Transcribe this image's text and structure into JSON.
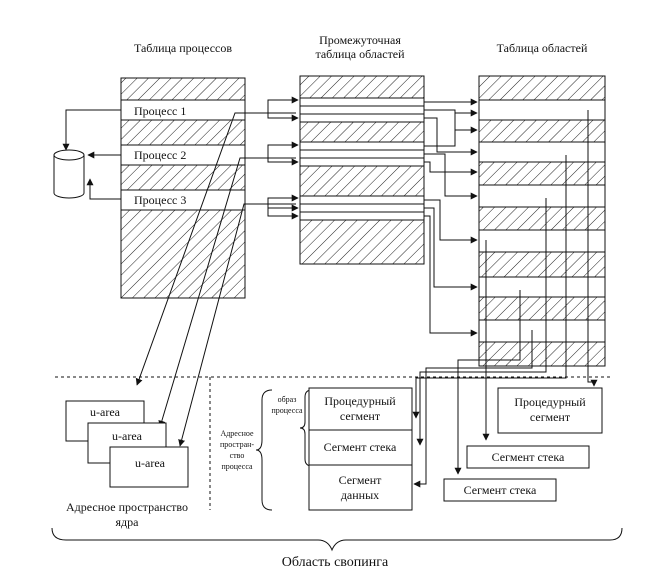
{
  "headers": {
    "process_table": "Таблица процессов",
    "intermediate_line1": "Промежуточная",
    "intermediate_line2": "таблица областей",
    "region_table": "Таблица областей"
  },
  "processes": [
    "Процесс 1",
    "Процесс 2",
    "Процесс 3"
  ],
  "uareas": [
    "u-area",
    "u-area",
    "u-area"
  ],
  "kernel_space_line1": "Адресное пространство",
  "kernel_space_line2": "ядра",
  "address_space_lines": [
    "Адресное",
    "простран-",
    "ство",
    "процесса"
  ],
  "image_lines": [
    "образ",
    "процесса"
  ],
  "segments": {
    "proc_line1": "Процедурный",
    "proc_line2": "сегмент",
    "stack": "Сегмент стека",
    "data_line1": "Сегмент",
    "data_line2": "данных"
  },
  "right_segments": {
    "proc_line1": "Процедурный",
    "proc_line2": "сегмент",
    "stack1": "Сегмент стека",
    "stack2": "Сегмент стека"
  },
  "swap_label": "Область свопинга"
}
